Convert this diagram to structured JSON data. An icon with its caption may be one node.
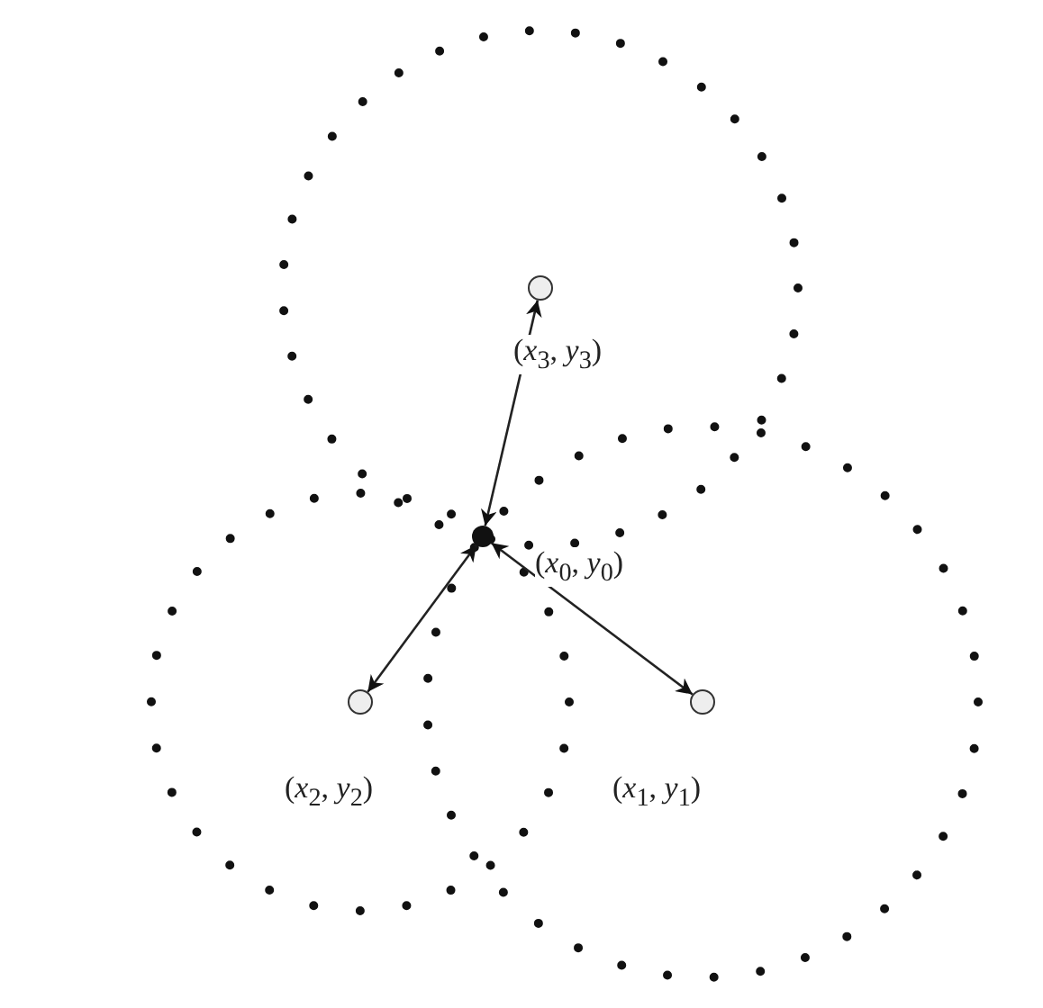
{
  "diagram": {
    "nodes": [
      {
        "text": [],
        "shape": "circle",
        "beside": [
          "(*x*$_{3}$, *y*$_{3}$)"
        ]
      },
      {
        "text": [],
        "shape": "circle",
        "beside": [
          "(*x*$_{0}$, *y*$_{0}$)"
        ]
      },
      {
        "text": [],
        "shape": "circle",
        "beside": [
          "(*x*$_{2}$, *y*$_{2}$)"
        ]
      },
      {
        "text": [],
        "shape": "circle",
        "beside": [
          "(*x*$_{1}$, *y*$_{1}$)"
        ]
      }
    ],
    "edges": [
      {
        "from": 1,
        "to": 0,
        "arrow": "both"
      },
      {
        "from": 1,
        "to": 2,
        "arrow": "both"
      },
      {
        "from": 1,
        "to": 3,
        "arrow": "both"
      }
    ]
  }
}
